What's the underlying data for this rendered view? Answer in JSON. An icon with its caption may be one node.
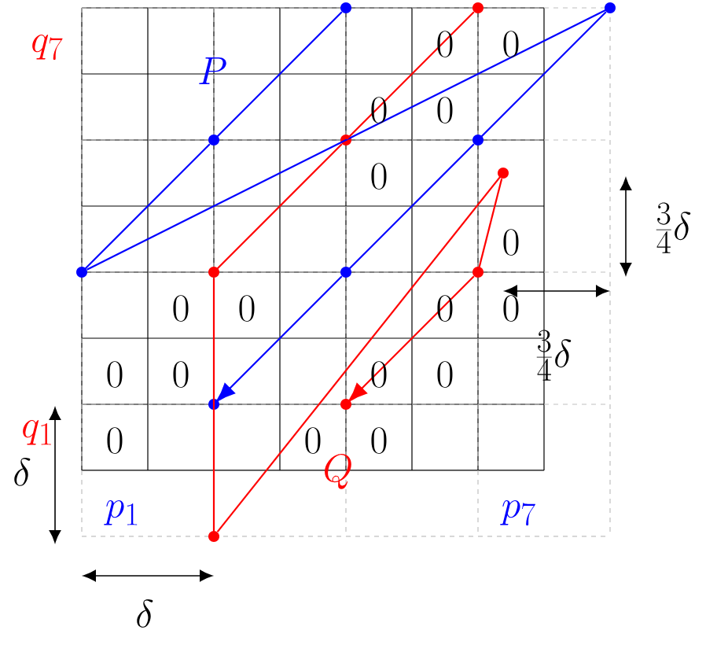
{
  "diagram": {
    "nodes": [
      {
        "text": [],
        "shape": "circle"
      },
      {
        "text": [],
        "shape": "circle"
      },
      {
        "text": [],
        "shape": "circle"
      },
      {
        "text": [],
        "shape": "circle"
      },
      {
        "text": [],
        "shape": "circle"
      },
      {
        "text": [],
        "shape": "circle"
      },
      {
        "text": [],
        "shape": "circle"
      },
      {
        "text": [],
        "shape": "circle"
      },
      {
        "text": [],
        "shape": "circle"
      },
      {
        "text": [],
        "shape": "circle"
      },
      {
        "text": [],
        "shape": "circle"
      },
      {
        "text": [],
        "shape": "circle"
      },
      {
        "text": [],
        "shape": "circle"
      },
      {
        "text": [],
        "shape": "circle"
      }
    ],
    "edges": [
      {
        "from": 0,
        "to": 3,
        "arrow": "none",
        "color": "#0000ff"
      },
      {
        "from": 3,
        "to": 7,
        "arrow": "none",
        "color": "#0000ff"
      },
      {
        "from": 7,
        "to": 2,
        "arrow": "none",
        "color": "#0000ff"
      },
      {
        "from": 2,
        "to": 5,
        "arrow": "none",
        "color": "#0000ff"
      },
      {
        "from": 5,
        "to": 9,
        "arrow": "none",
        "color": "#0000ff"
      },
      {
        "from": 9,
        "to": 11,
        "arrow": "to",
        "color": "#0000ff"
      },
      {
        "from": 1,
        "to": 4,
        "arrow": "none",
        "color": "#ff0000"
      },
      {
        "from": 4,
        "to": 8,
        "arrow": "none",
        "color": "#ff0000"
      },
      {
        "from": 8,
        "to": 13,
        "arrow": "none",
        "color": "#ff0000"
      },
      {
        "from": 13,
        "to": 6,
        "arrow": "none",
        "color": "#ff0000"
      },
      {
        "from": 6,
        "to": 10,
        "arrow": "none",
        "color": "#ff0000"
      },
      {
        "from": 10,
        "to": 12,
        "arrow": "to",
        "color": "#ff0000"
      }
    ],
    "labels": [
      "q_7",
      "0",
      "0",
      "P",
      "0",
      "0",
      "0",
      "\\frac{3}{4}\\delta",
      "0",
      "0",
      "0",
      "0",
      "0",
      "\\frac{3}{4}\\delta",
      "0",
      "0",
      "0",
      "0",
      "q_1",
      "\\delta",
      "0",
      "0",
      "0",
      "Q",
      "p_1",
      "p_7",
      "\\delta"
    ]
  }
}
